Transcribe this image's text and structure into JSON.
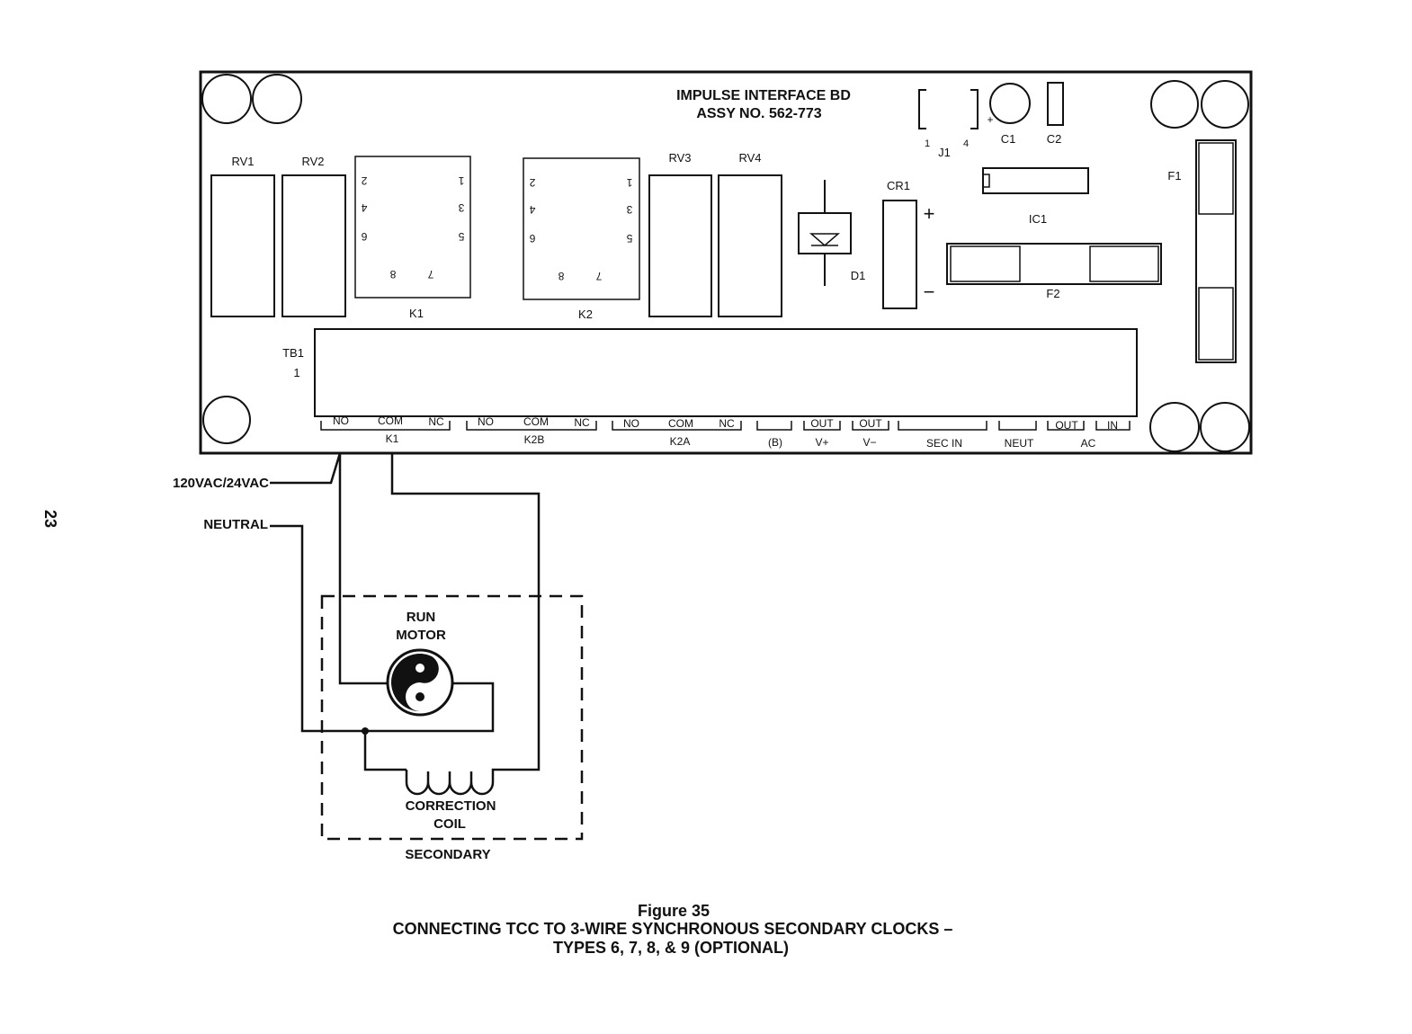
{
  "page_number": "23",
  "board": {
    "title_line1": "IMPULSE INTERFACE BD",
    "title_line2": "ASSY NO. 562-773"
  },
  "components": {
    "rv1": "RV1",
    "rv2": "RV2",
    "rv3": "RV3",
    "rv4": "RV4",
    "k1": "K1",
    "k2": "K2",
    "d1": "D1",
    "cr1": "CR1",
    "ic1": "IC1",
    "f1": "F1",
    "f2": "F2",
    "c1": "C1",
    "c2": "C2",
    "j1": "J1",
    "j1_pin1": "1",
    "j1_pin4": "4",
    "c1_plus": "+",
    "cr1_plus": "+",
    "cr1_minus": "−",
    "tb1": "TB1",
    "tb1_pin": "1"
  },
  "relay_pins": {
    "k1": [
      "2",
      "1",
      "4",
      "3",
      "6",
      "5",
      "8",
      "7"
    ],
    "k2": [
      "2",
      "1",
      "4",
      "3",
      "6",
      "5",
      "8",
      "7"
    ]
  },
  "terminals": {
    "top": [
      "NO",
      "COM",
      "NC",
      "NO",
      "COM",
      "NC",
      "NO",
      "COM",
      "NC",
      "OUT",
      "OUT",
      "OUT",
      "IN"
    ],
    "groups": [
      "K1",
      "K2B",
      "K2A",
      "(B)",
      "V+",
      "V−",
      "SEC IN",
      "NEUT",
      "AC"
    ]
  },
  "wiring": {
    "supply_label": "120VAC/24VAC",
    "neutral_label": "NEUTRAL",
    "run_motor_line1": "RUN",
    "run_motor_line2": "MOTOR",
    "correction_coil_line1": "CORRECTION",
    "correction_coil_line2": "COIL",
    "secondary_label": "SECONDARY"
  },
  "caption": {
    "figure": "Figure 35",
    "line1": "CONNECTING TCC TO 3-WIRE SYNCHRONOUS SECONDARY CLOCKS –",
    "line2": "TYPES 6, 7, 8, & 9 (OPTIONAL)"
  }
}
